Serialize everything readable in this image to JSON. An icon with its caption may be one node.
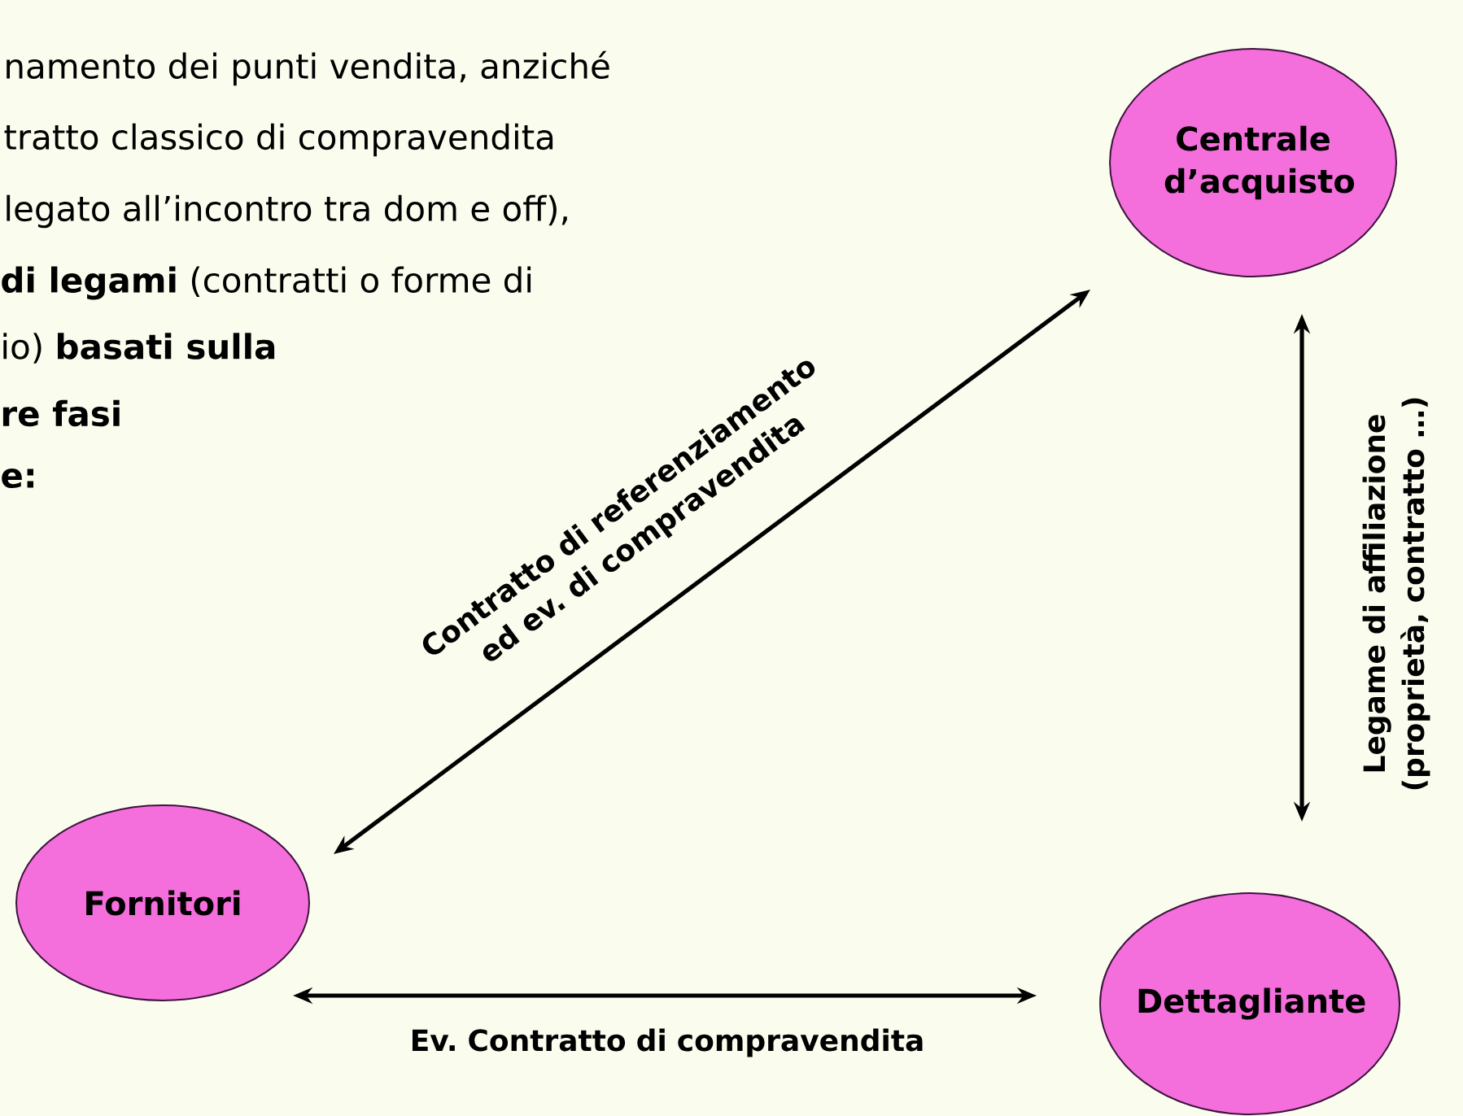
{
  "diagram": {
    "nodes": [
      {
        "text": [
          "Centrale d’acquisto"
        ]
      },
      {
        "text": [
          "Fornitori"
        ]
      },
      {
        "text": [
          "Dettagliante"
        ]
      }
    ],
    "edges": [
      {
        "from": 1,
        "to": 0,
        "arrow": "both",
        "label": "Contratto di referenziamento ed ev. di compravendita"
      },
      {
        "from": 0,
        "to": 2,
        "arrow": "both",
        "label": "Legame di affiliazione (proprietà, contratto …)"
      },
      {
        "from": 1,
        "to": 2,
        "arrow": "both",
        "label": "Ev. Contratto di compravendita"
      }
    ],
    "labels": [
      "namento dei punti vendita, anziché",
      "tratto classico di compravendita",
      "legato all’incontro tra dom e off),",
      "**di legami** (contratti o forme di",
      "io) **basati sulla**",
      "re fasi",
      "e:"
    ]
  }
}
